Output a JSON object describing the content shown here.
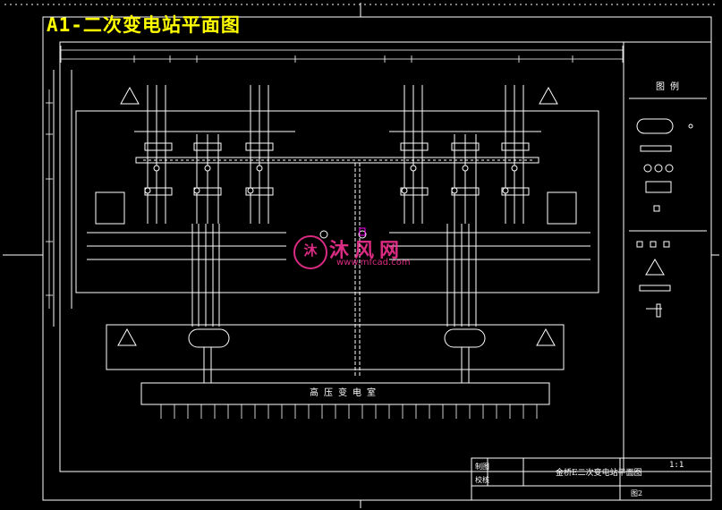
{
  "drawing": {
    "title": "A1-二次变电站平面图",
    "building_label": "高压变电室",
    "legend_title": "图例",
    "colors": {
      "background": "#000000",
      "line": "#ffffff",
      "title": "#ffff00",
      "watermark": "#ff3399",
      "highlight": "#ff00ff"
    }
  },
  "watermark": {
    "logo": "沐",
    "text": "沐风网",
    "url": "www.mfcad.com"
  },
  "title_block": {
    "drawn_label": "制图",
    "checked_label": "校核",
    "drawing_name": "金桥E二次变电站平面图",
    "scale": "1:1",
    "sheet": "图2"
  }
}
